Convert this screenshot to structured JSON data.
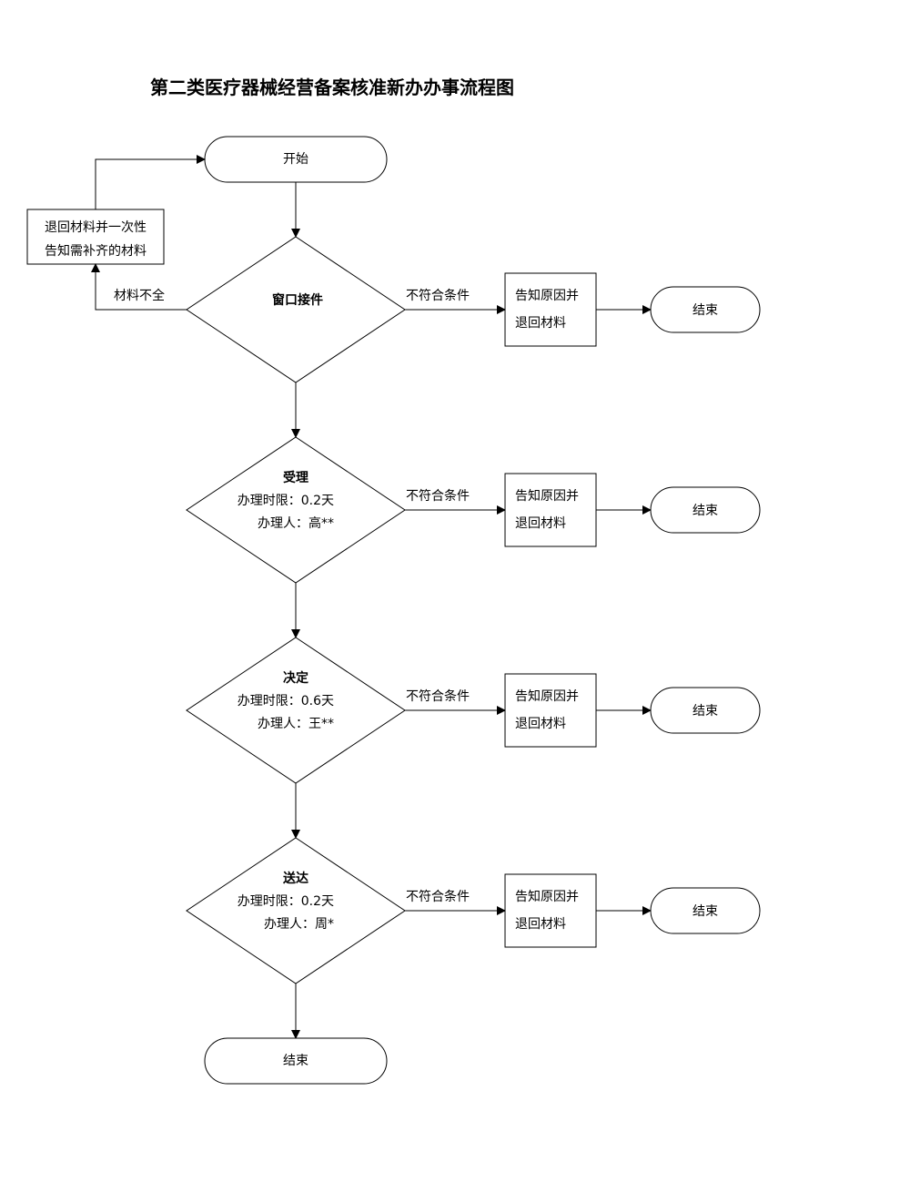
{
  "title": "第二类医疗器械经营备案核准新办办事流程图",
  "start": "开始",
  "end": "结束",
  "return_box": {
    "line1": "退回材料并一次性",
    "line2": "告知需补齐的材料"
  },
  "incomplete_label": "材料不全",
  "reject_label": "不符合条件",
  "reject_box": {
    "line1": "告知原因并",
    "line2": "退回材料"
  },
  "steps": [
    {
      "name": "窗口接件",
      "time": "",
      "person": ""
    },
    {
      "name": "受理",
      "time": "办理时限：0.2天",
      "person": "办理人：高**"
    },
    {
      "name": "决定",
      "time": "办理时限：0.6天",
      "person": "办理人：王**"
    },
    {
      "name": "送达",
      "time": "办理时限：0.2天",
      "person": "办理人：周*"
    }
  ]
}
